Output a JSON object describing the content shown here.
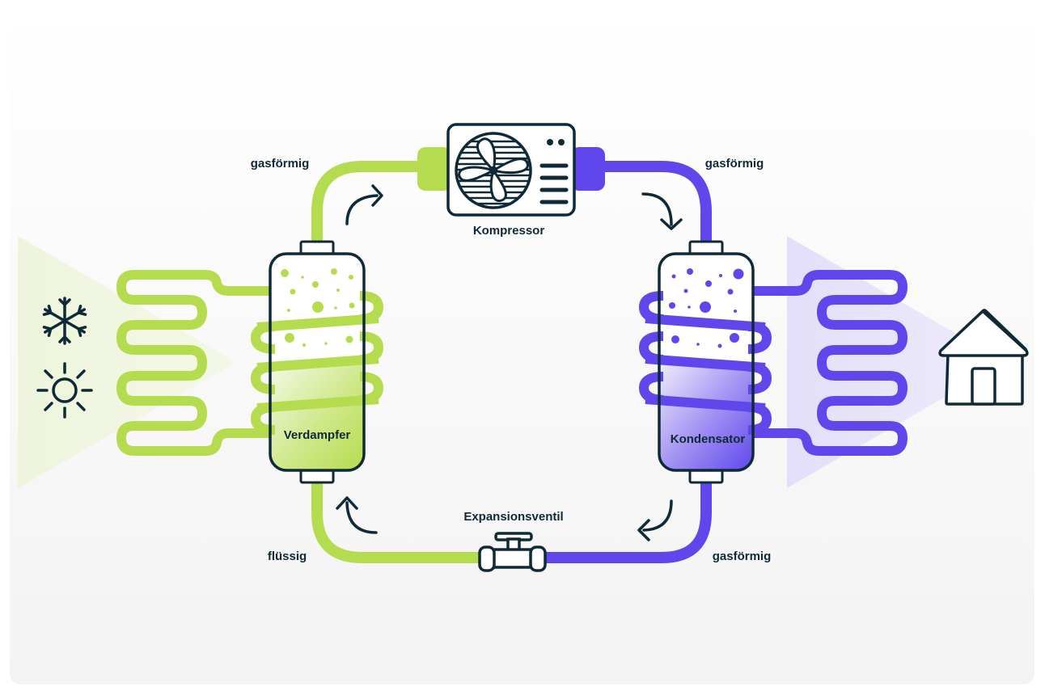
{
  "title": "Wärmepumpe Kreislauf",
  "colors": {
    "cold_side": "#b5dc4e",
    "warm_side": "#5f47ec",
    "outline": "#0f2a36",
    "background": "#f6f6f6"
  },
  "components": {
    "compressor": {
      "label": "Kompressor",
      "icon": "air-conditioner-fan-icon"
    },
    "evaporator": {
      "label": "Verdampfer"
    },
    "condenser": {
      "label": "Kondensator"
    },
    "expansion_valve": {
      "label": "Expansionsventil",
      "icon": "valve-icon"
    }
  },
  "states": {
    "top_left": "gasförmig",
    "top_right": "gasförmig",
    "bottom_left": "flüssig",
    "bottom_right": "gasförmig"
  },
  "sources": {
    "left_icons": [
      "snowflake-icon",
      "sun-icon"
    ],
    "right_icon": "house-icon"
  },
  "flow_direction": "clockwise"
}
